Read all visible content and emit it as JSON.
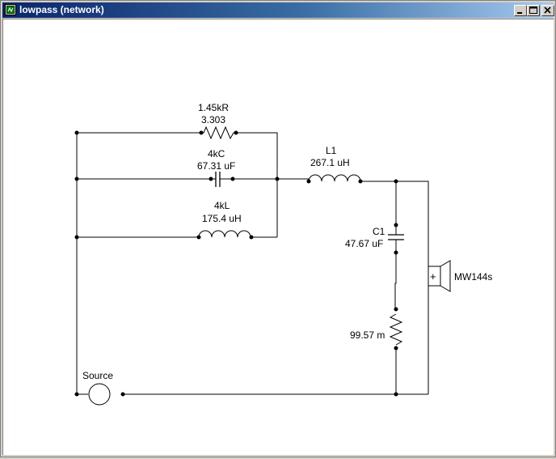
{
  "window": {
    "title": "lowpass (network)",
    "icon": "schematic-app-icon"
  },
  "buttons": {
    "minimize_icon": "minimize-icon",
    "maximize_icon": "maximize-icon",
    "close_icon": "close-icon"
  },
  "schematic": {
    "resistor_top": {
      "name": "1.45kR",
      "value": "3.303"
    },
    "capacitor_mid": {
      "name": "4kC",
      "value": "67.31 uF"
    },
    "inductor_bottom": {
      "name": "4kL",
      "value": "175.4 uH"
    },
    "inductor_series": {
      "name": "L1",
      "value": "267.1 uH"
    },
    "capacitor_shunt": {
      "name": "C1",
      "value": "47.67 uF"
    },
    "resistor_shunt": {
      "value": "99.57 m"
    },
    "speaker": {
      "name": "MW144s",
      "polarity": "+"
    },
    "source": {
      "name": "Source"
    }
  }
}
